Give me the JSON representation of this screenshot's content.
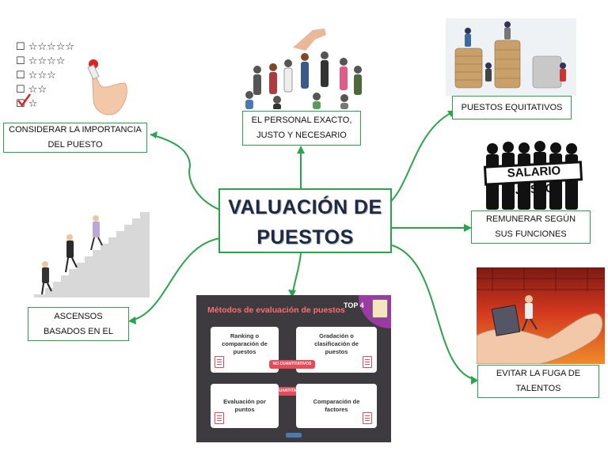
{
  "center": {
    "line1": "VALUACIÓN DE",
    "line2": "PUESTOS"
  },
  "nodes": {
    "importancia": {
      "line1": "CONSIDERAR LA IMPORTANCIA",
      "line2": "DEL PUESTO"
    },
    "personal": {
      "line1": "EL PERSONAL EXACTO,",
      "line2": "JUSTO Y NECESARIO"
    },
    "equitativos": {
      "line1": "PUESTOS EQUITATIVOS"
    },
    "remunerar": {
      "line1": "REMUNERAR SEGÚN",
      "line2": "SUS FUNCIONES"
    },
    "ascensos": {
      "line1": "ASCENSOS",
      "line2": "BASADOS EN EL"
    },
    "fuga": {
      "line1": "EVITAR LA FUGA DE",
      "line2": "TALENTOS"
    }
  },
  "images": {
    "salario_sign": "SALARIO JUSTO",
    "infographic": {
      "top_label": "TOP 4",
      "title": "Métodos de evaluación de puestos",
      "card1": [
        "Ranking o",
        "comparación de",
        "puestos"
      ],
      "card2": [
        "Gradación o",
        "clasificación de",
        "puestos"
      ],
      "card3": [
        "Evaluación por",
        "puntos"
      ],
      "card4": [
        "Comparación de",
        "factores"
      ],
      "pill1": "NO CUANTITATIVOS",
      "pill2": "CUANTITATIVOS"
    }
  },
  "colors": {
    "connector": "#2aa44a",
    "title": "#1d2a44",
    "accent_red": "#e84a57"
  }
}
